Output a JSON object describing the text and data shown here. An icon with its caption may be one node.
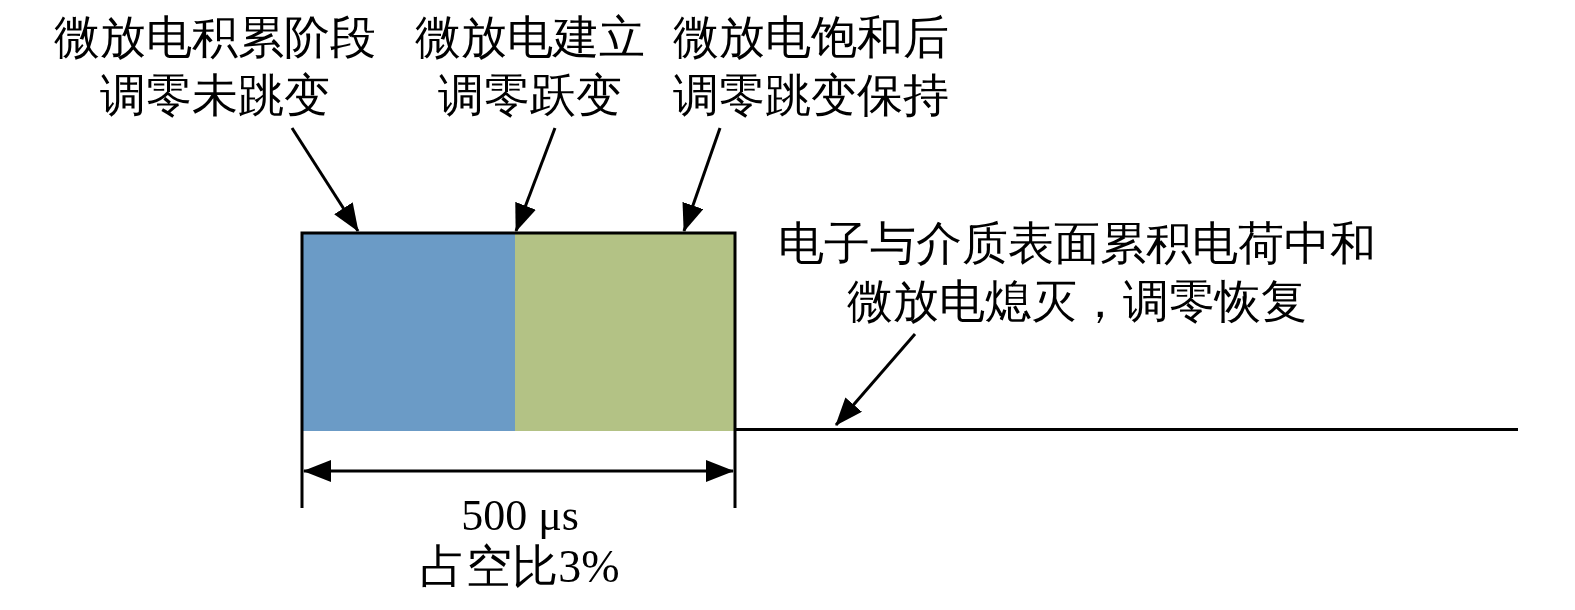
{
  "diagram": {
    "nodes": [
      {
        "text": [
          "微放电积累阶段调零未跳变"
        ]
      },
      {
        "text": [
          "微放电建立调零跃变"
        ]
      },
      {
        "text": [
          "微放电饱和后调零跳变保持"
        ]
      },
      {
        "text": [],
        "shape": "bar"
      },
      {
        "text": [],
        "shape": "bar"
      },
      {
        "text": [
          "电子与介质表面累积电荷中和微放电熄灭，调零恢复"
        ]
      },
      {
        "text": [],
        "shape": "line"
      }
    ],
    "edges": [
      {
        "from": 0,
        "to": 3,
        "arrow": "to"
      },
      {
        "from": 1,
        "to": 4,
        "arrow": "to"
      },
      {
        "from": 2,
        "to": 4,
        "arrow": "to"
      },
      {
        "from": 5,
        "to": 6,
        "arrow": "to"
      }
    ],
    "labels": [
      "500 μs",
      "占空比3%"
    ]
  }
}
